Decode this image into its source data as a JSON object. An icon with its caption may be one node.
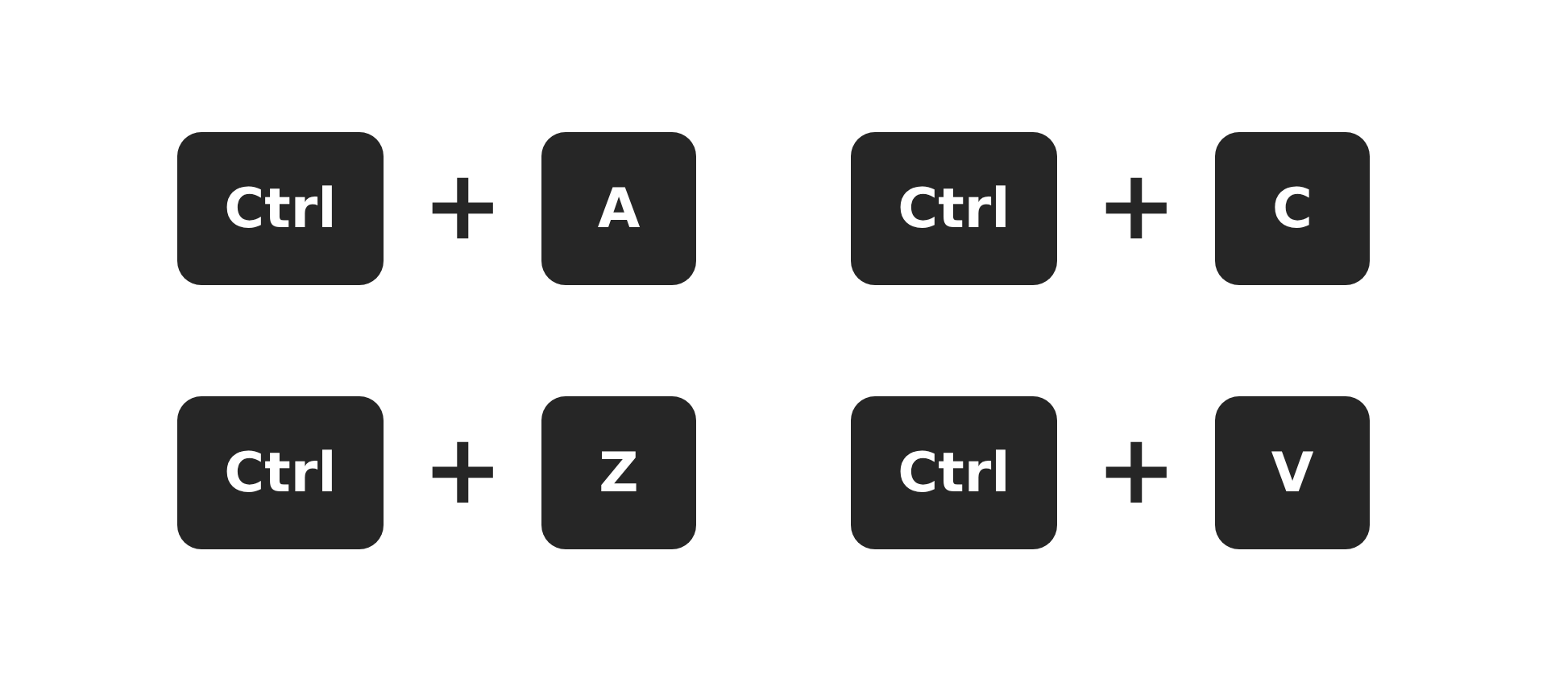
{
  "diagram": {
    "nodes": [
      {
        "text": [
          "Ctrl"
        ]
      },
      {
        "text": [
          "A"
        ]
      },
      {
        "text": [
          "Ctrl"
        ]
      },
      {
        "text": [
          "C"
        ]
      },
      {
        "text": [
          "Ctrl"
        ]
      },
      {
        "text": [
          "Z"
        ]
      },
      {
        "text": [
          "Ctrl"
        ]
      },
      {
        "text": [
          "V"
        ]
      }
    ],
    "edges": [],
    "labels": [
      "+",
      "+",
      "+",
      "+"
    ]
  }
}
